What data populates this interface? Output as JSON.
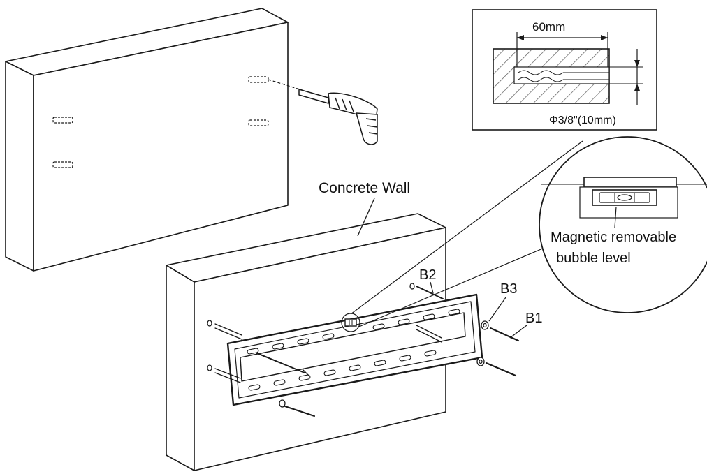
{
  "labels": {
    "concrete_wall": "Concrete Wall",
    "drill_depth": "60mm",
    "drill_diameter": "Φ3/8\"(10mm)",
    "level_line1": "Magnetic removable",
    "level_line2": "bubble level",
    "b1": "B1",
    "b2": "B2",
    "b3": "B3"
  },
  "colors": {
    "stroke": "#1a1a1a",
    "fill": "#ffffff",
    "hatch": "#444444"
  }
}
